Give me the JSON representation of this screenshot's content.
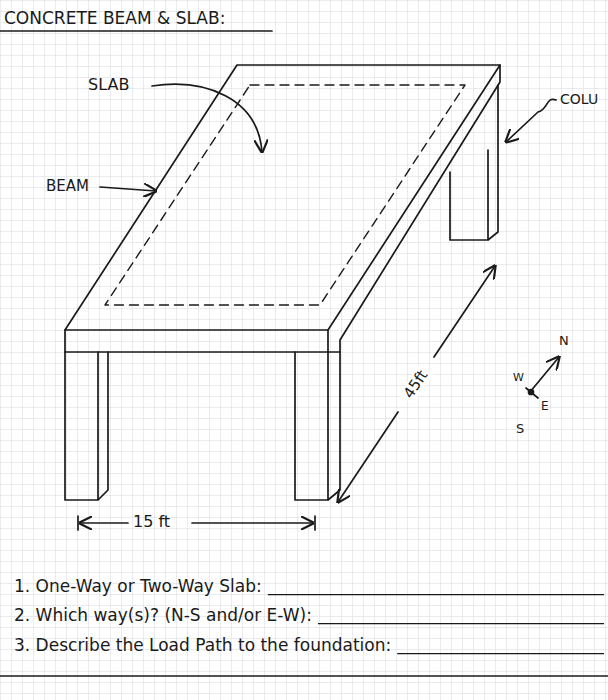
{
  "diagram": {
    "title": "CONCRETE BEAM & SLAB:",
    "labels": [
      "SLAB",
      "BEAM",
      "COLU",
      "45ft",
      "15 ft",
      "N",
      "W",
      "E",
      "S",
      "1. One-Way or Two-Way Slab:",
      "2. Which way(s)? (N-S and/or E-W):",
      "3. Describe the Load Path to the foundation:"
    ]
  }
}
